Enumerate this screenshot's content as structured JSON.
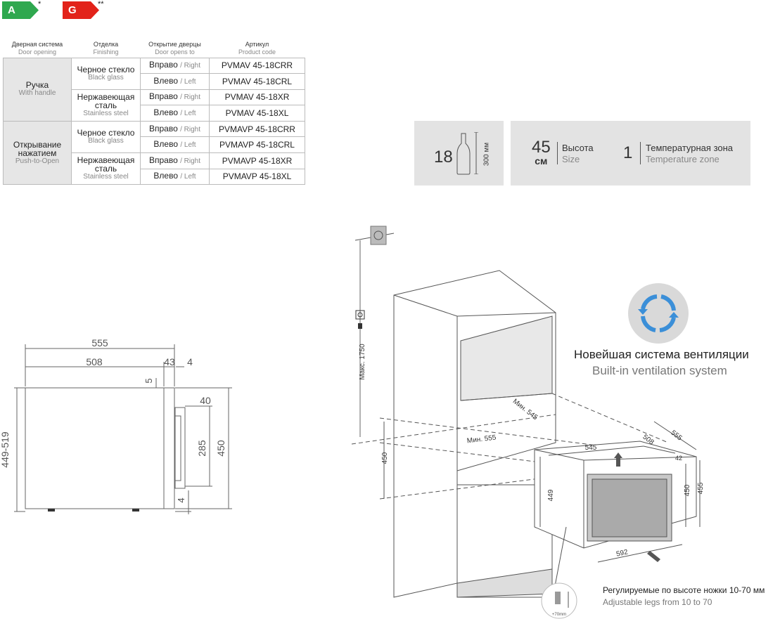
{
  "energy": {
    "class_a": "A",
    "class_a_mark": "*",
    "class_g": "G",
    "class_g_mark": "**",
    "color_a": "#2fa84f",
    "color_g": "#e2231a"
  },
  "table": {
    "headers": [
      {
        "ru": "Дверная система",
        "en": "Door opening"
      },
      {
        "ru": "Отделка",
        "en": "Finishing"
      },
      {
        "ru": "Открытие дверцы",
        "en": "Door opens to"
      },
      {
        "ru": "Артикул",
        "en": "Product code"
      }
    ],
    "groups": [
      {
        "ru": "Ручка",
        "en": "With handle"
      },
      {
        "ru": "Открывание нажатием",
        "en": "Push-to-Open"
      }
    ],
    "finishes": [
      {
        "ru": "Черное стекло",
        "en": "Black glass"
      },
      {
        "ru": "Нержавеющая сталь",
        "en": "Stainless steel"
      },
      {
        "ru": "Черное стекло",
        "en": "Black glass"
      },
      {
        "ru": "Нержавеющая сталь",
        "en": "Stainless steel"
      }
    ],
    "directions": {
      "right_ru": "Вправо",
      "right_en": "/ Right",
      "left_ru": "Влево",
      "left_en": "/ Left"
    },
    "codes": [
      "PVMAV 45-18CRR",
      "PVMAV 45-18CRL",
      "PVMAV 45-18XR",
      "PVMAV 45-18XL",
      "PVMAVP 45-18CRR",
      "PVMAVP 45-18CRL",
      "PVMAVP 45-18XR",
      "PVMAVP 45-18XL"
    ]
  },
  "specs": {
    "bottles": "18",
    "bottle_height": "300 мм",
    "size_value": "45",
    "size_unit": "см",
    "size_ru": "Высота",
    "size_en": "Size",
    "zones_value": "1",
    "zones_ru": "Температурная зона",
    "zones_en": "Temperature zone"
  },
  "side_drawing": {
    "w_total": "555",
    "w_body": "508",
    "w_door": "43",
    "w_gap": "4",
    "top_gap": "5",
    "handle_depth": "40",
    "handle_height": "285",
    "height_total": "450",
    "height_range": "449-519",
    "bottom_gap": "4"
  },
  "install_drawing": {
    "max_height": "Макс. 1750",
    "niche_height": "450",
    "niche_depth": "Мин. 545",
    "niche_width": "Мин. 555",
    "appliance_width": "545",
    "appliance_depth": "508",
    "appliance_total_depth": "555",
    "door_gap": "42",
    "height_449": "449",
    "height_450": "450",
    "height_455": "455",
    "door_width": "592",
    "leg_note": "+70mm"
  },
  "ventilation": {
    "title": "Новейшая система вентиляции",
    "subtitle": "Built-in ventilation system",
    "icon_color": "#3b8fd8"
  },
  "legs": {
    "title": "Регулируемые по высоте ножки 10-70 мм",
    "subtitle": "Adjustable legs from 10 to 70"
  }
}
